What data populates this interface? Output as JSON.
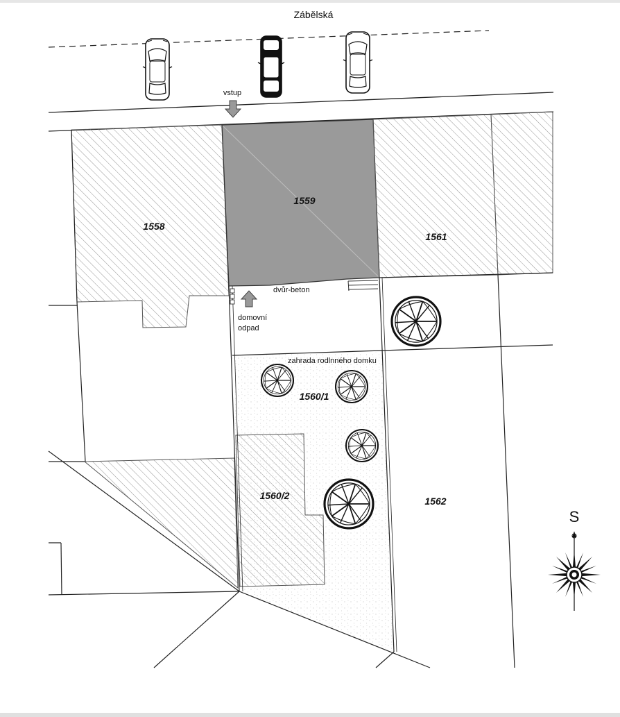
{
  "street_name": "Zábělská",
  "entrance_label": "vstup",
  "courtyard_label": "dvůr-beton",
  "waste_label_1": "domovní",
  "waste_label_2": "odpad",
  "garden_label": "zahrada rodlnného domku",
  "parcels": {
    "p1558": "1558",
    "p1559": "1559",
    "p1561": "1561",
    "p1560_1": "1560/1",
    "p1560_2": "1560/2",
    "p1562": "1562"
  },
  "compass_letter": "S",
  "colors": {
    "built_parcel": "#999999",
    "hatch": "#888888",
    "line": "#222222"
  },
  "icons": [
    "car-icon",
    "tree-icon",
    "arrow-down-icon",
    "arrow-up-icon",
    "compass-rose-icon",
    "bin-icon"
  ]
}
